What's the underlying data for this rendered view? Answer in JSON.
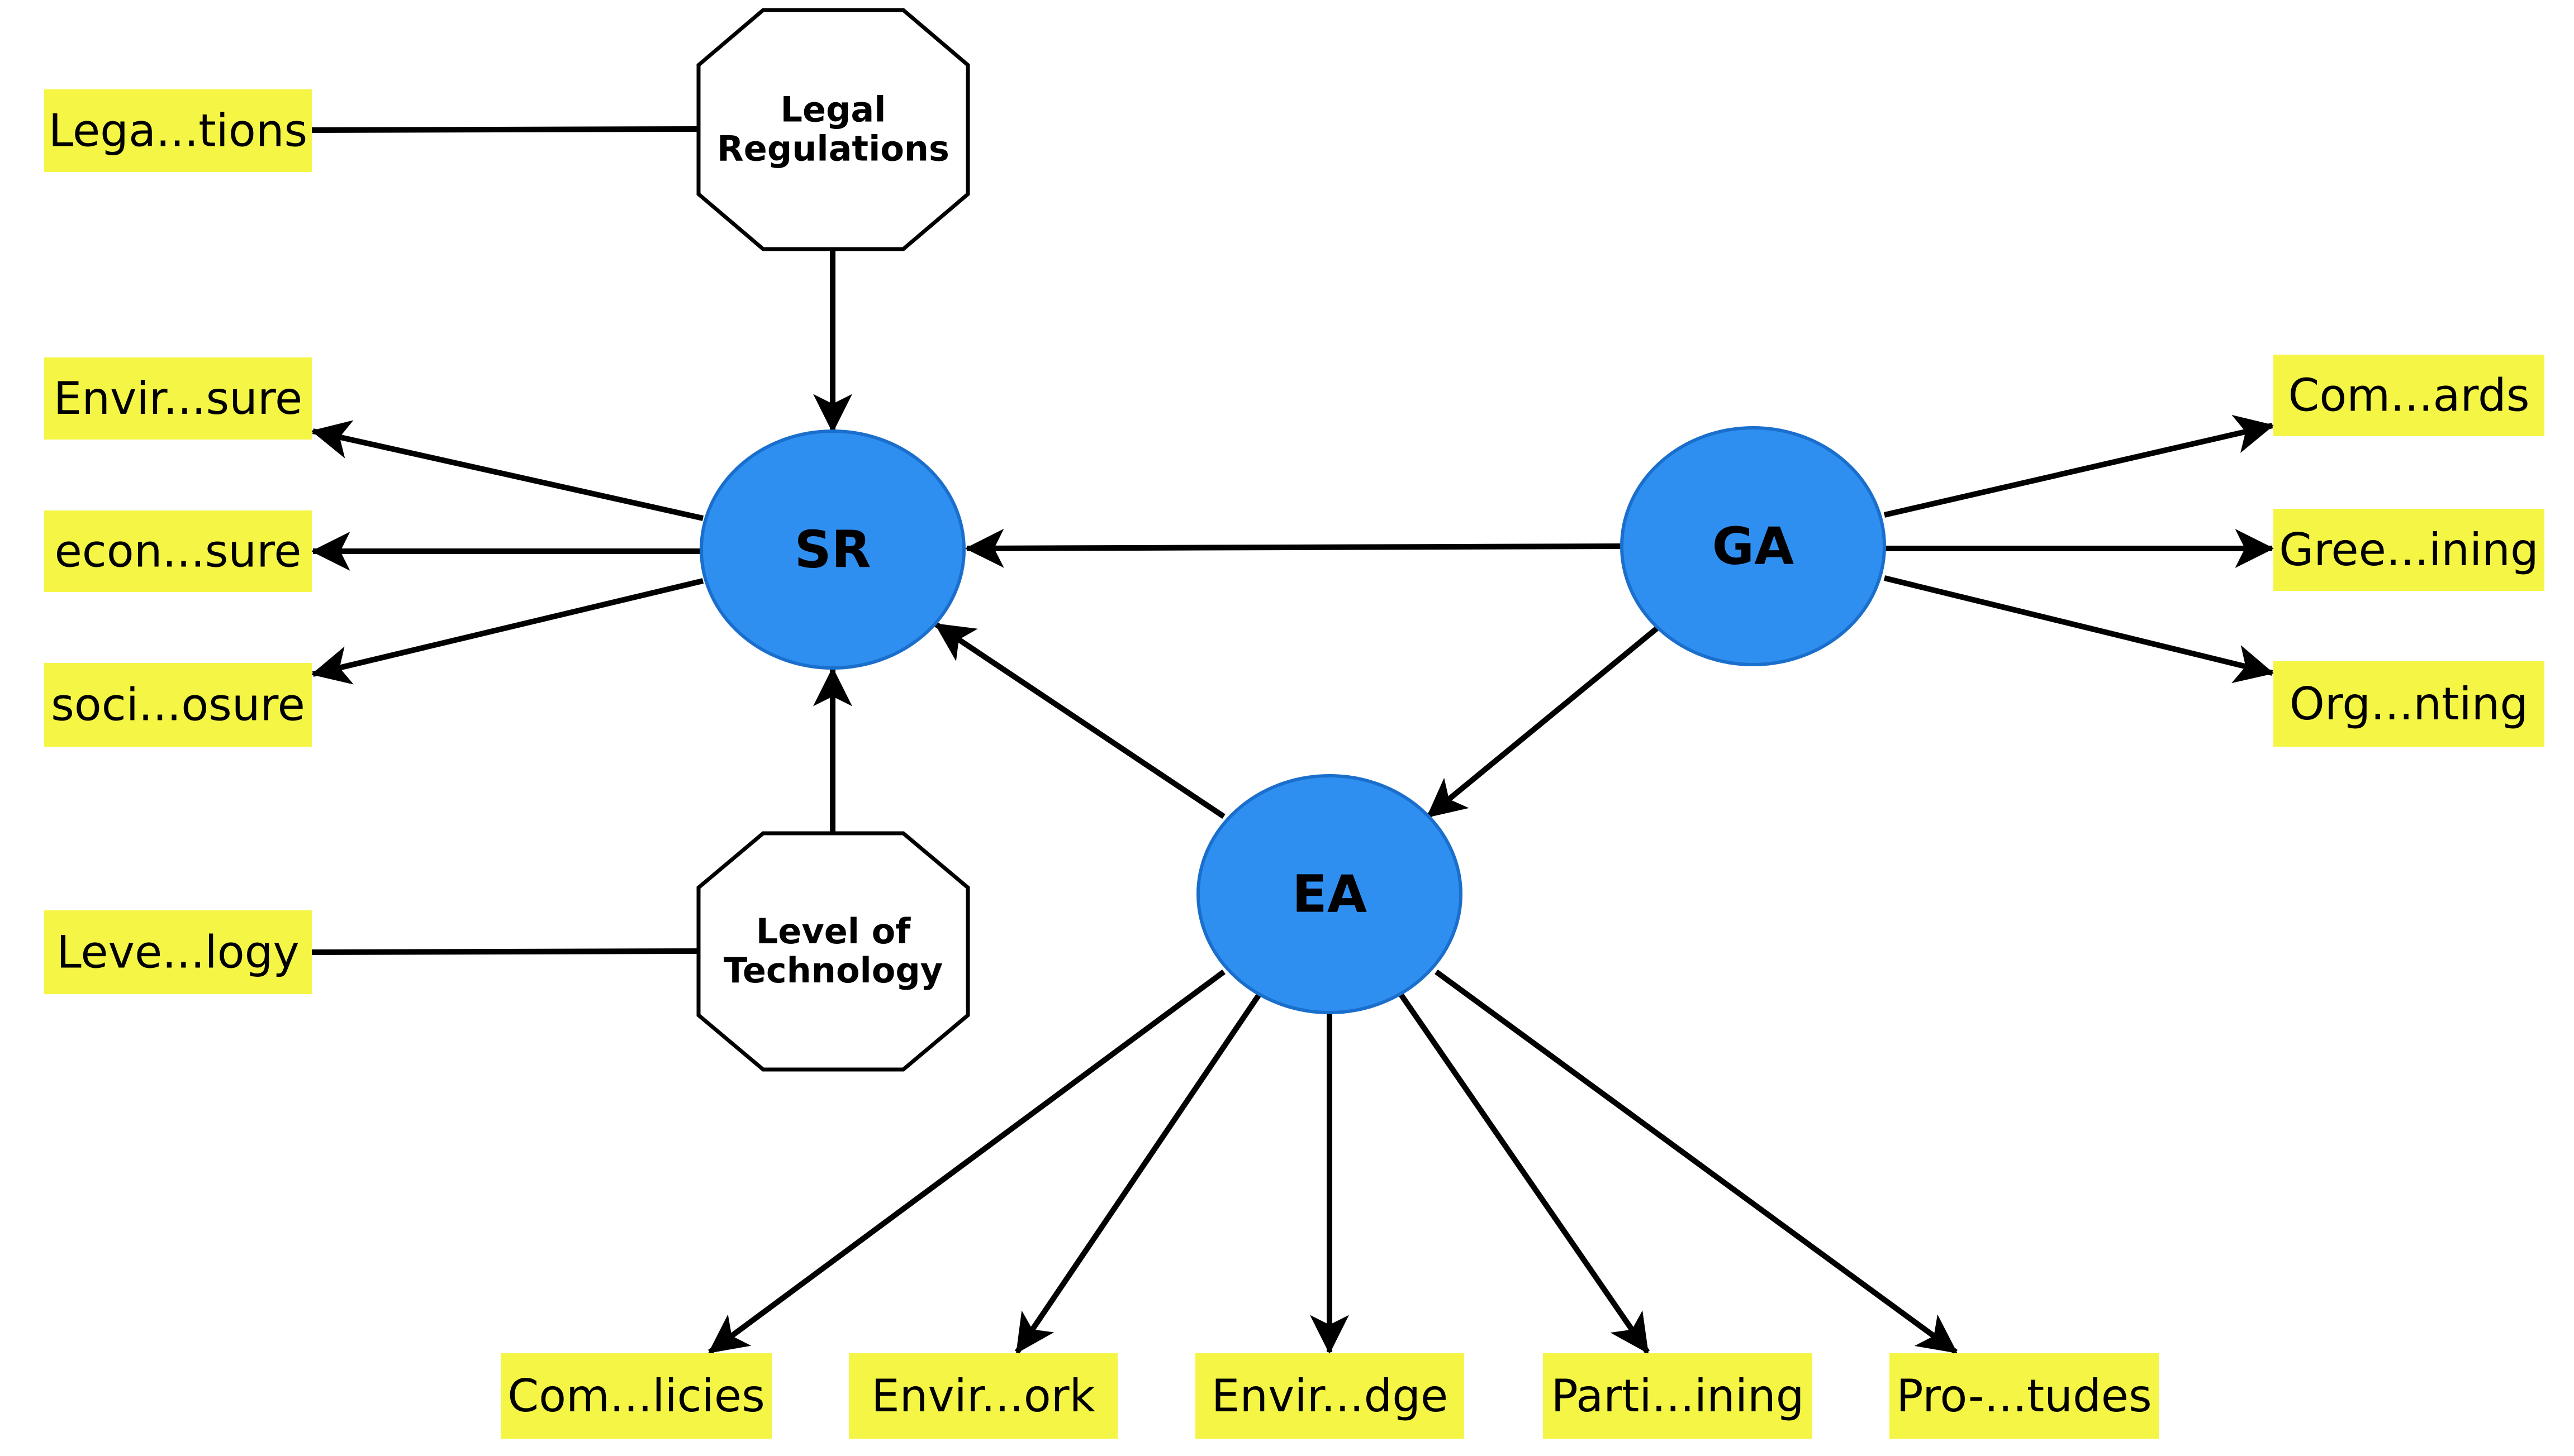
{
  "diagram": {
    "type": "structural-equation-model",
    "colors": {
      "latent_fill": "#2f8ff0",
      "latent_stroke": "#1a6fcc",
      "indicator_fill": "#f5f545",
      "moderator_fill": "#ffffff",
      "edge": "#000000"
    },
    "latent_variables": [
      {
        "id": "SR",
        "label": "SR"
      },
      {
        "id": "GA",
        "label": "GA"
      },
      {
        "id": "EA",
        "label": "EA"
      }
    ],
    "moderators": [
      {
        "id": "LR",
        "label_lines": [
          "Legal",
          "Regulations"
        ]
      },
      {
        "id": "LT",
        "label_lines": [
          "Level of",
          "Technology"
        ]
      }
    ],
    "indicators": [
      {
        "id": "i_lr",
        "label": "Lega...tions",
        "of": "LR"
      },
      {
        "id": "i_sr1",
        "label": "Envir...sure",
        "of": "SR"
      },
      {
        "id": "i_sr2",
        "label": "econ...sure",
        "of": "SR"
      },
      {
        "id": "i_sr3",
        "label": "soci...osure",
        "of": "SR"
      },
      {
        "id": "i_lt",
        "label": "Leve...logy",
        "of": "LT"
      },
      {
        "id": "i_ga1",
        "label": "Com...ards",
        "of": "GA"
      },
      {
        "id": "i_ga2",
        "label": "Gree...ining",
        "of": "GA"
      },
      {
        "id": "i_ga3",
        "label": "Org...nting",
        "of": "GA"
      },
      {
        "id": "i_ea1",
        "label": "Com...licies",
        "of": "EA"
      },
      {
        "id": "i_ea2",
        "label": "Envir...ork",
        "of": "EA"
      },
      {
        "id": "i_ea3",
        "label": "Envir...dge",
        "of": "EA"
      },
      {
        "id": "i_ea4",
        "label": "Parti...ining",
        "of": "EA"
      },
      {
        "id": "i_ea5",
        "label": "Pro-...tudes",
        "of": "EA"
      }
    ],
    "paths": [
      {
        "from": "GA",
        "to": "SR",
        "arrow": true
      },
      {
        "from": "GA",
        "to": "EA",
        "arrow": true
      },
      {
        "from": "EA",
        "to": "SR",
        "arrow": true
      },
      {
        "from": "LR",
        "to": "SR",
        "arrow": true
      },
      {
        "from": "LT",
        "to": "SR",
        "arrow": true
      },
      {
        "from": "i_lr",
        "to": "LR",
        "arrow": false
      },
      {
        "from": "i_lt",
        "to": "LT",
        "arrow": false
      },
      {
        "from": "SR",
        "to": "i_sr1",
        "arrow": true
      },
      {
        "from": "SR",
        "to": "i_sr2",
        "arrow": true
      },
      {
        "from": "SR",
        "to": "i_sr3",
        "arrow": true
      },
      {
        "from": "GA",
        "to": "i_ga1",
        "arrow": true
      },
      {
        "from": "GA",
        "to": "i_ga2",
        "arrow": true
      },
      {
        "from": "GA",
        "to": "i_ga3",
        "arrow": true
      },
      {
        "from": "EA",
        "to": "i_ea1",
        "arrow": true
      },
      {
        "from": "EA",
        "to": "i_ea2",
        "arrow": true
      },
      {
        "from": "EA",
        "to": "i_ea3",
        "arrow": true
      },
      {
        "from": "EA",
        "to": "i_ea4",
        "arrow": true
      },
      {
        "from": "EA",
        "to": "i_ea5",
        "arrow": true
      }
    ]
  }
}
